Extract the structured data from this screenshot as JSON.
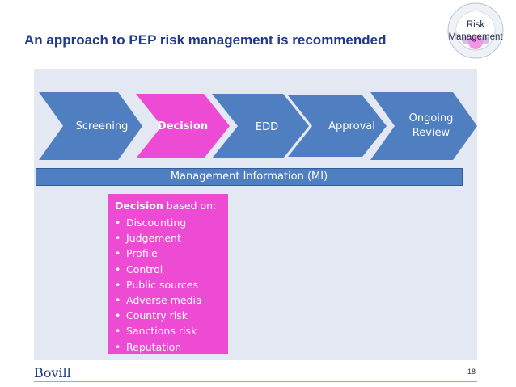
{
  "header": {
    "title": "An approach to PEP risk management is recommended",
    "badge_line1": "Risk",
    "badge_line2": "Management"
  },
  "process": {
    "steps": [
      {
        "label": "Screening",
        "line2": "",
        "color": "#4f7fc0"
      },
      {
        "label": "Decision",
        "line2": "",
        "color": "#ee4bd4"
      },
      {
        "label": "EDD",
        "line2": "",
        "color": "#4f7fc0"
      },
      {
        "label": "Approval",
        "line2": "",
        "color": "#4f7fc0"
      },
      {
        "label": "Ongoing",
        "line2": "Review",
        "color": "#4f7fc0"
      }
    ],
    "mi_bar": "Management Information (MI)"
  },
  "decision_box": {
    "heading_bold": "Decision",
    "heading_rest": " based on:",
    "items": [
      "Discounting",
      "Judgement",
      "Profile",
      "Control",
      "Public sources",
      "Adverse media",
      "Country risk",
      "Sanctions risk",
      "Reputation"
    ],
    "color": "#ee4bd4"
  },
  "footer": {
    "logo": "Bovill",
    "page_number": "18"
  },
  "colors": {
    "title": "#1f3a8a",
    "chevron_blue": "#4f7fc0",
    "chevron_pink": "#ee4bd4",
    "panel_bg": "#e3e8f2"
  }
}
